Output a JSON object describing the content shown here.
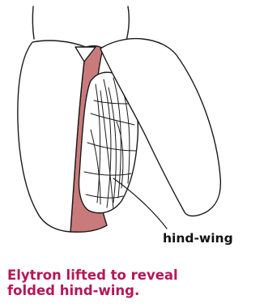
{
  "annotation": {
    "hind_wing": "hind-wing"
  },
  "caption": {
    "line1": "Elytron lifted to reveal",
    "line2": "folded hind-wing."
  },
  "colors": {
    "outline": "#1a1a1a",
    "membrane_fill": "#c97b7b",
    "caption": "#b5175a"
  }
}
